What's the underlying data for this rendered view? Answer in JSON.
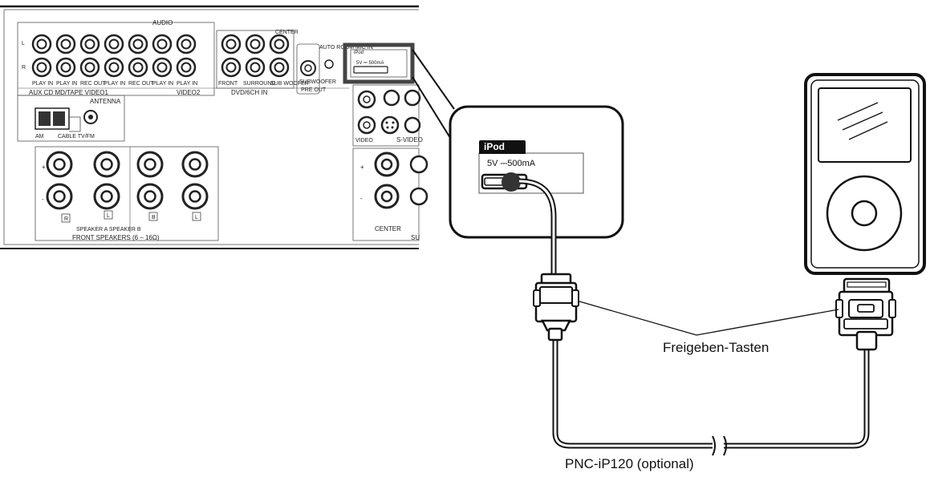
{
  "receiver": {
    "audio_header": "AUDIO",
    "ch_l": "L",
    "ch_r": "R",
    "jack_labels": [
      "PLAY IN",
      "PLAY IN",
      "REC OUT",
      "PLAY IN",
      "REC OUT",
      "PLAY IN",
      "PLAY IN"
    ],
    "group_labels": [
      "AUX CD MD/TAPE VIDEO1",
      "VIDEO2",
      "DVD/6CH IN"
    ],
    "center_label": "CENTER",
    "multi_labels": [
      "FRONT",
      "SURROUND",
      "SUB WOOFER"
    ],
    "mic_label": "AUTO ROOM MIC IN",
    "subwoofer_label": "SUBWOOFER",
    "preout_label": "PRE OUT",
    "antenna_label": "ANTENNA",
    "antenna_sub": "AM",
    "cable_label": "CABLE TV/FM",
    "port_title": "iPod",
    "port_rating": "5V ⎓ 500mA",
    "speaker_plus": "+",
    "speaker_minus": "-",
    "speaker_r": "R",
    "speaker_l": "L",
    "speaker_b_r": "B",
    "speaker_b_l": "L",
    "speaker_ab": "SPEAKER A  SPEAKER B",
    "front_speakers": "FRONT SPEAKERS (6 – 16Ω)",
    "video_label": "VIDEO",
    "svideo_label": "S-VIDEO",
    "center_speaker": "CENTER",
    "surround_partial": "SU"
  },
  "zoom": {
    "port_title": "iPod",
    "port_rating": "5V ⎓500mA"
  },
  "labels": {
    "release_buttons": "Freigeben-Tasten",
    "cable": "PNC-iP120 (optional)"
  }
}
